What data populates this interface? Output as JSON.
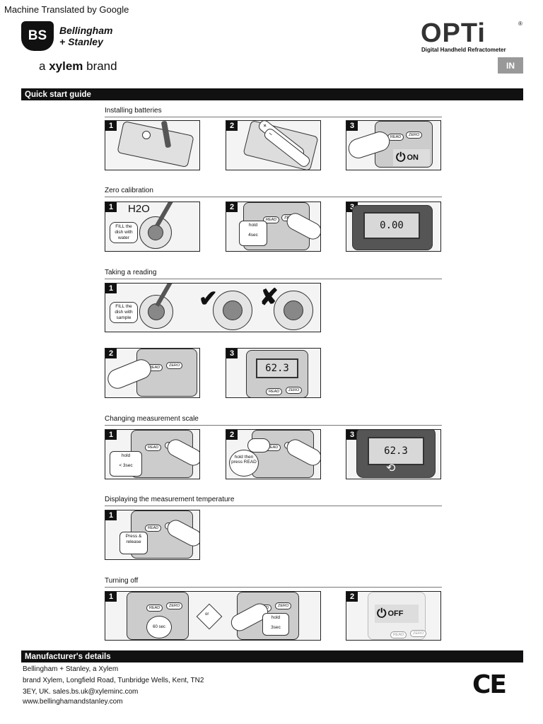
{
  "top": {
    "machine_translated": "Machine Translated by Google"
  },
  "brand": {
    "bs_logo": "BS",
    "name_line1": "Bellingham",
    "name_line2": "+ Stanley",
    "tagline_pre": "a ",
    "tagline_bold": "xylem",
    "tagline_post": " brand"
  },
  "product": {
    "logo": "OPTi",
    "reg": "®",
    "subtitle": "Digital Handheld Refractometer",
    "language": "IN"
  },
  "quick_start": {
    "title": "Quick start guide"
  },
  "sections": {
    "batteries": "Installing batteries",
    "zero": "Zero calibration",
    "reading": "Taking a reading",
    "scale": "Changing measurement scale",
    "temperature": "Displaying the measurement temperature",
    "off": "Turning off"
  },
  "steps": {
    "s1": "1",
    "s2": "2",
    "s3": "3"
  },
  "labels": {
    "on": "ON",
    "off": "OFF",
    "h2o": "H2O",
    "fill_water": "FILL the dish with water",
    "fill_sample": "FILL the dish with sample",
    "hold": "hold",
    "hold_4sec": "4sec",
    "hold_3sec": "< 3sec",
    "hold_then": "hold then",
    "press_read": "press READ",
    "press_release": "Press & release",
    "sixty_sec": "60 sec",
    "or": "or",
    "three_sec": "3sec",
    "read": "READ",
    "zero": "ZERO",
    "lcd_zero": "0.00",
    "lcd_value": "62.3",
    "battery_plus": "+",
    "battery_minus": "−"
  },
  "manufacturer": {
    "title": "Manufacturer's details",
    "line1": "Bellingham + Stanley, a Xylem",
    "line2": "brand Xylem, Longfield Road, Tunbridge Wells, Kent, TN2",
    "line3": "3EY, UK. sales.bs.uk@xyleminc.com",
    "line4": "www.bellinghamandstanley.com",
    "ce_mark": "CE"
  }
}
